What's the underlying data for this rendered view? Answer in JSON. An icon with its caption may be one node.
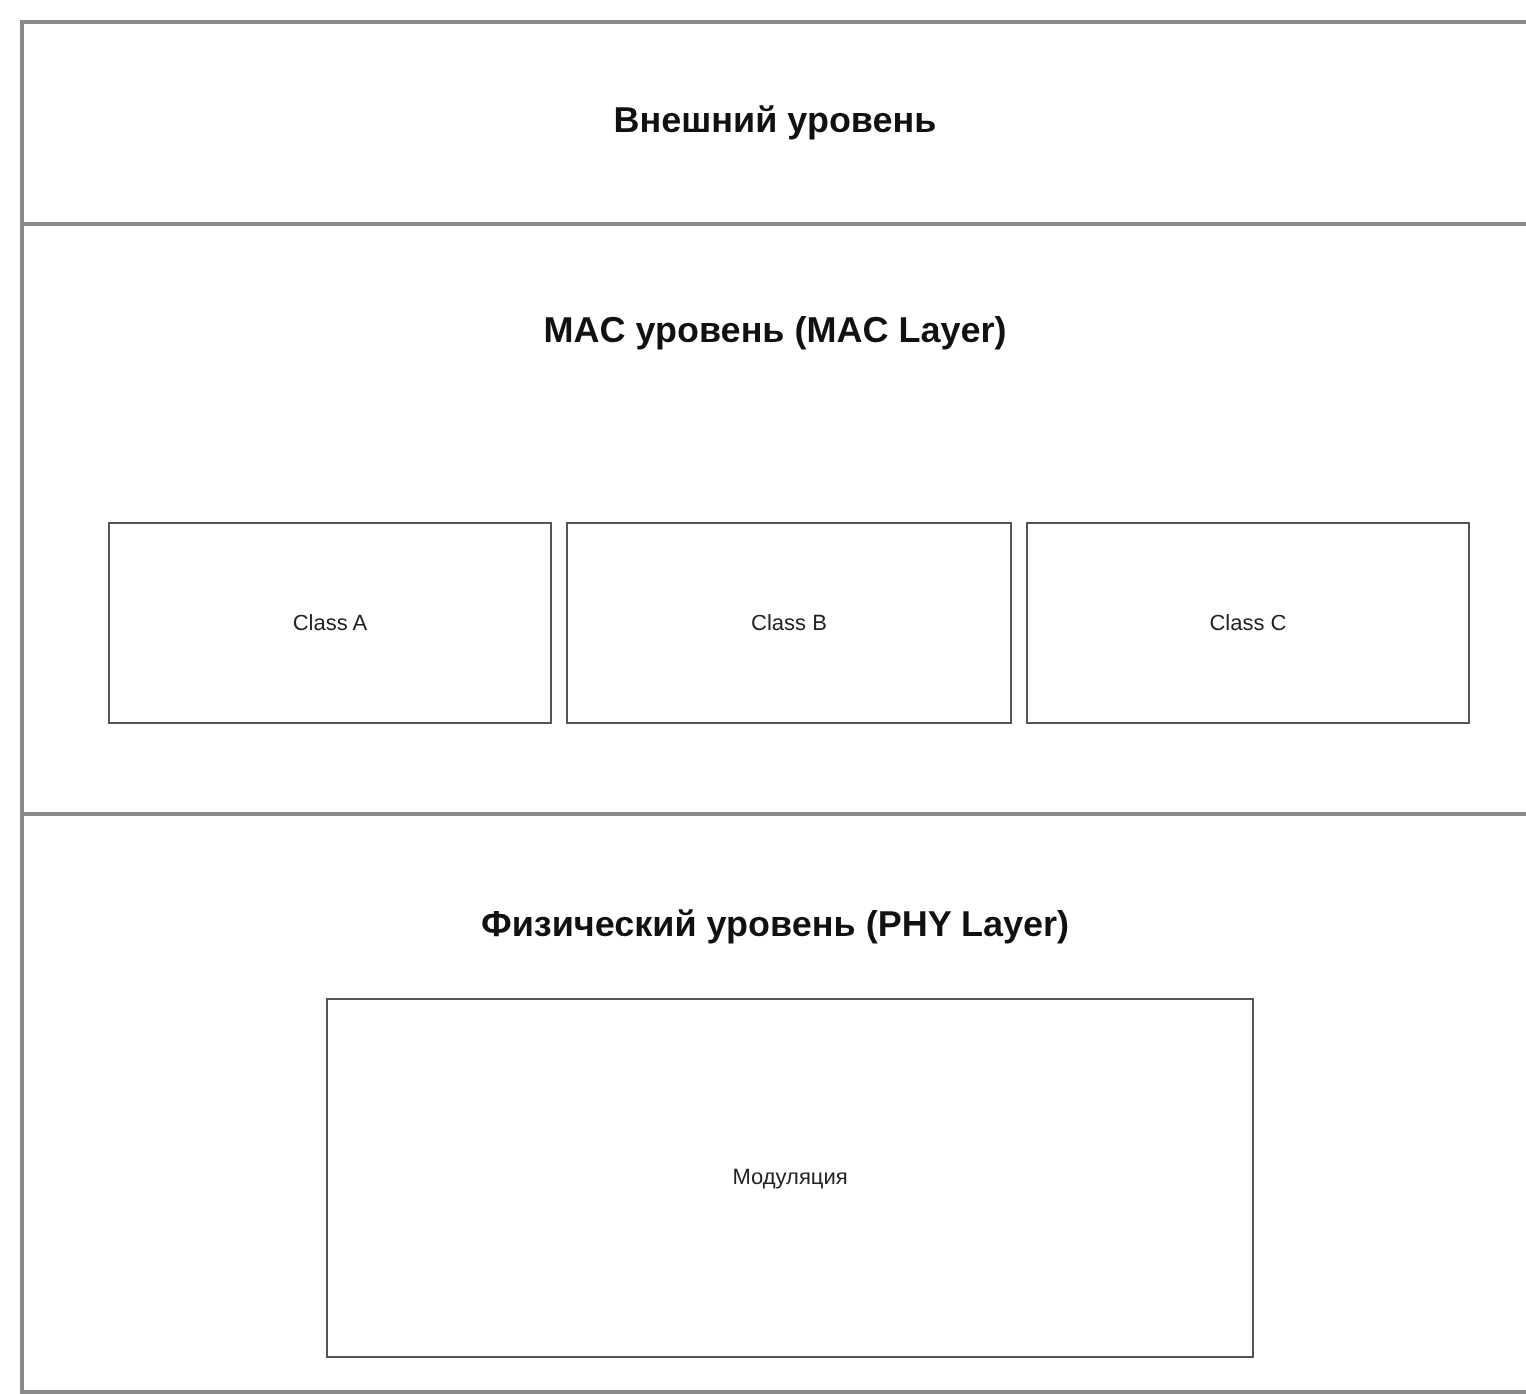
{
  "diagram": {
    "nodes": [
      {
        "text": [
          "Внешний уровень"
        ]
      },
      {
        "text": [
          "MAC уровень (MAC Layer)"
        ]
      },
      {
        "text": [
          "Class A"
        ],
        "in": 1
      },
      {
        "text": [
          "Class B"
        ],
        "in": 1
      },
      {
        "text": [
          "Class C"
        ],
        "in": 1
      },
      {
        "text": [
          "Физический уровень (PHY Layer)"
        ]
      },
      {
        "text": [
          "Модуляция"
        ],
        "in": 5
      }
    ],
    "edges": []
  }
}
